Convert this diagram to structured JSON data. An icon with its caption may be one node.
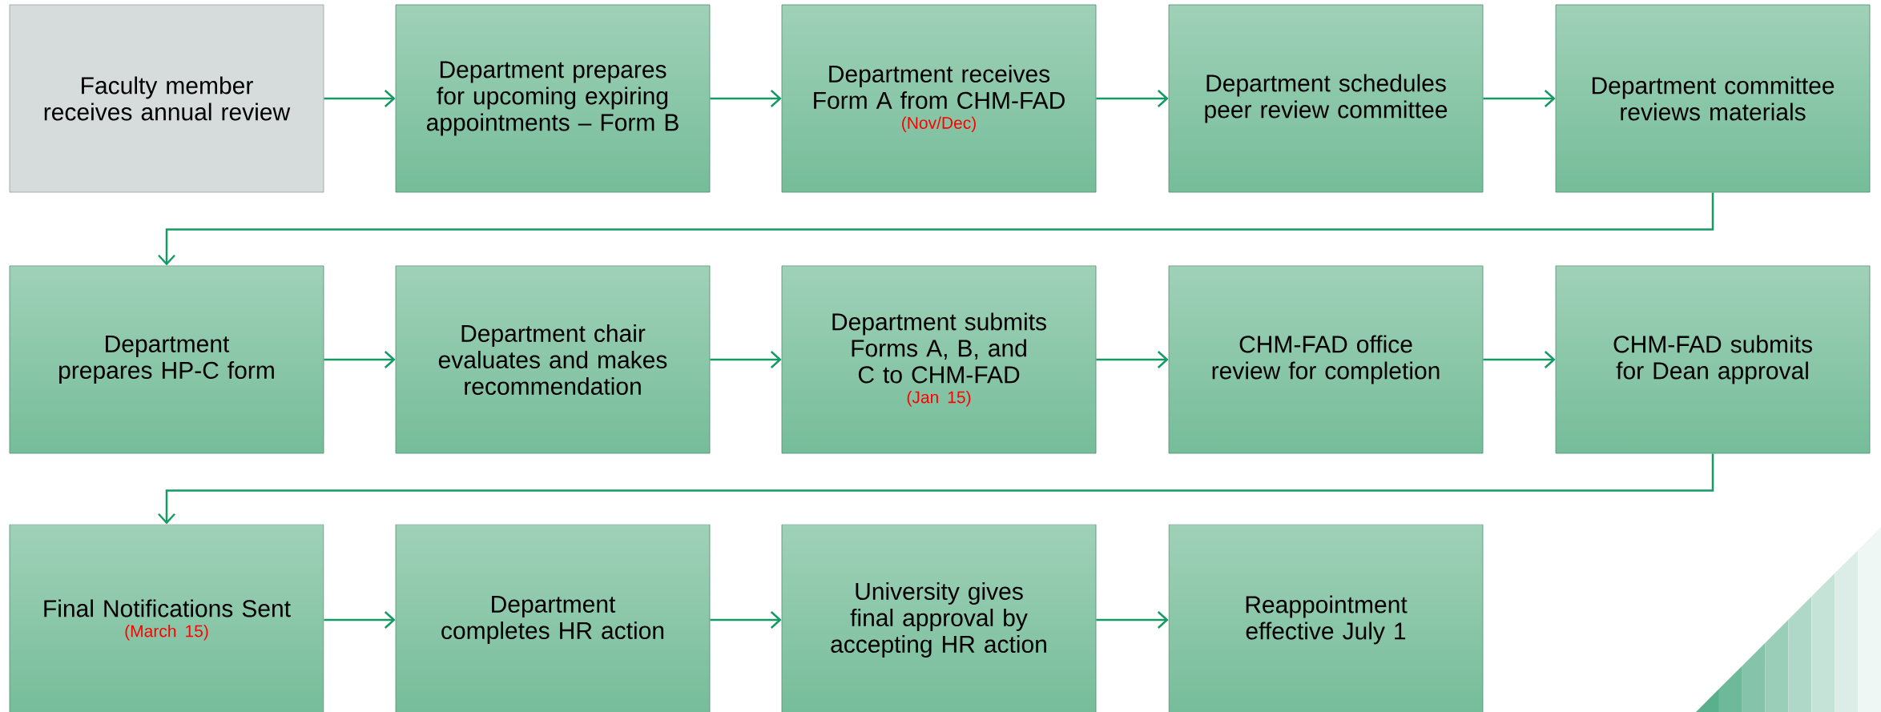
{
  "diagram": {
    "nodes": [
      {
        "text": [
          "Faculty member receives annual review"
        ]
      },
      {
        "text": [
          "Department prepares for upcoming expiring appointments – Form B"
        ]
      },
      {
        "text": [
          "Department receives Form A from CHM-FAD",
          "(Nov/Dec)"
        ]
      },
      {
        "text": [
          "Department schedules peer review committee"
        ]
      },
      {
        "text": [
          "Department committee reviews materials"
        ]
      },
      {
        "text": [
          "Department prepares HP-C form"
        ]
      },
      {
        "text": [
          "Department chair evaluates and makes recommendation"
        ]
      },
      {
        "text": [
          "Department submits Forms A, B, and C to CHM-FAD",
          "(Jan 15)"
        ]
      },
      {
        "text": [
          "CHM-FAD office review for completion"
        ]
      },
      {
        "text": [
          "CHM-FAD submits for Dean approval"
        ]
      },
      {
        "text": [
          "Final Notifications Sent",
          "(March 15)"
        ]
      },
      {
        "text": [
          "Department completes HR action"
        ]
      },
      {
        "text": [
          "University gives final approval by accepting HR action"
        ]
      },
      {
        "text": [
          "Reappointment effective July 1"
        ]
      }
    ],
    "edges": [
      {
        "from": 0,
        "to": 1,
        "arrow": "to"
      },
      {
        "from": 1,
        "to": 2,
        "arrow": "to"
      },
      {
        "from": 2,
        "to": 3,
        "arrow": "to"
      },
      {
        "from": 3,
        "to": 4,
        "arrow": "to"
      },
      {
        "from": 4,
        "to": 5,
        "arrow": "to"
      },
      {
        "from": 5,
        "to": 6,
        "arrow": "to"
      },
      {
        "from": 6,
        "to": 7,
        "arrow": "to"
      },
      {
        "from": 7,
        "to": 8,
        "arrow": "to"
      },
      {
        "from": 8,
        "to": 9,
        "arrow": "to"
      },
      {
        "from": 9,
        "to": 10,
        "arrow": "to"
      },
      {
        "from": 10,
        "to": 11,
        "arrow": "to"
      },
      {
        "from": 11,
        "to": 12,
        "arrow": "to"
      },
      {
        "from": 12,
        "to": 13,
        "arrow": "to"
      }
    ]
  }
}
